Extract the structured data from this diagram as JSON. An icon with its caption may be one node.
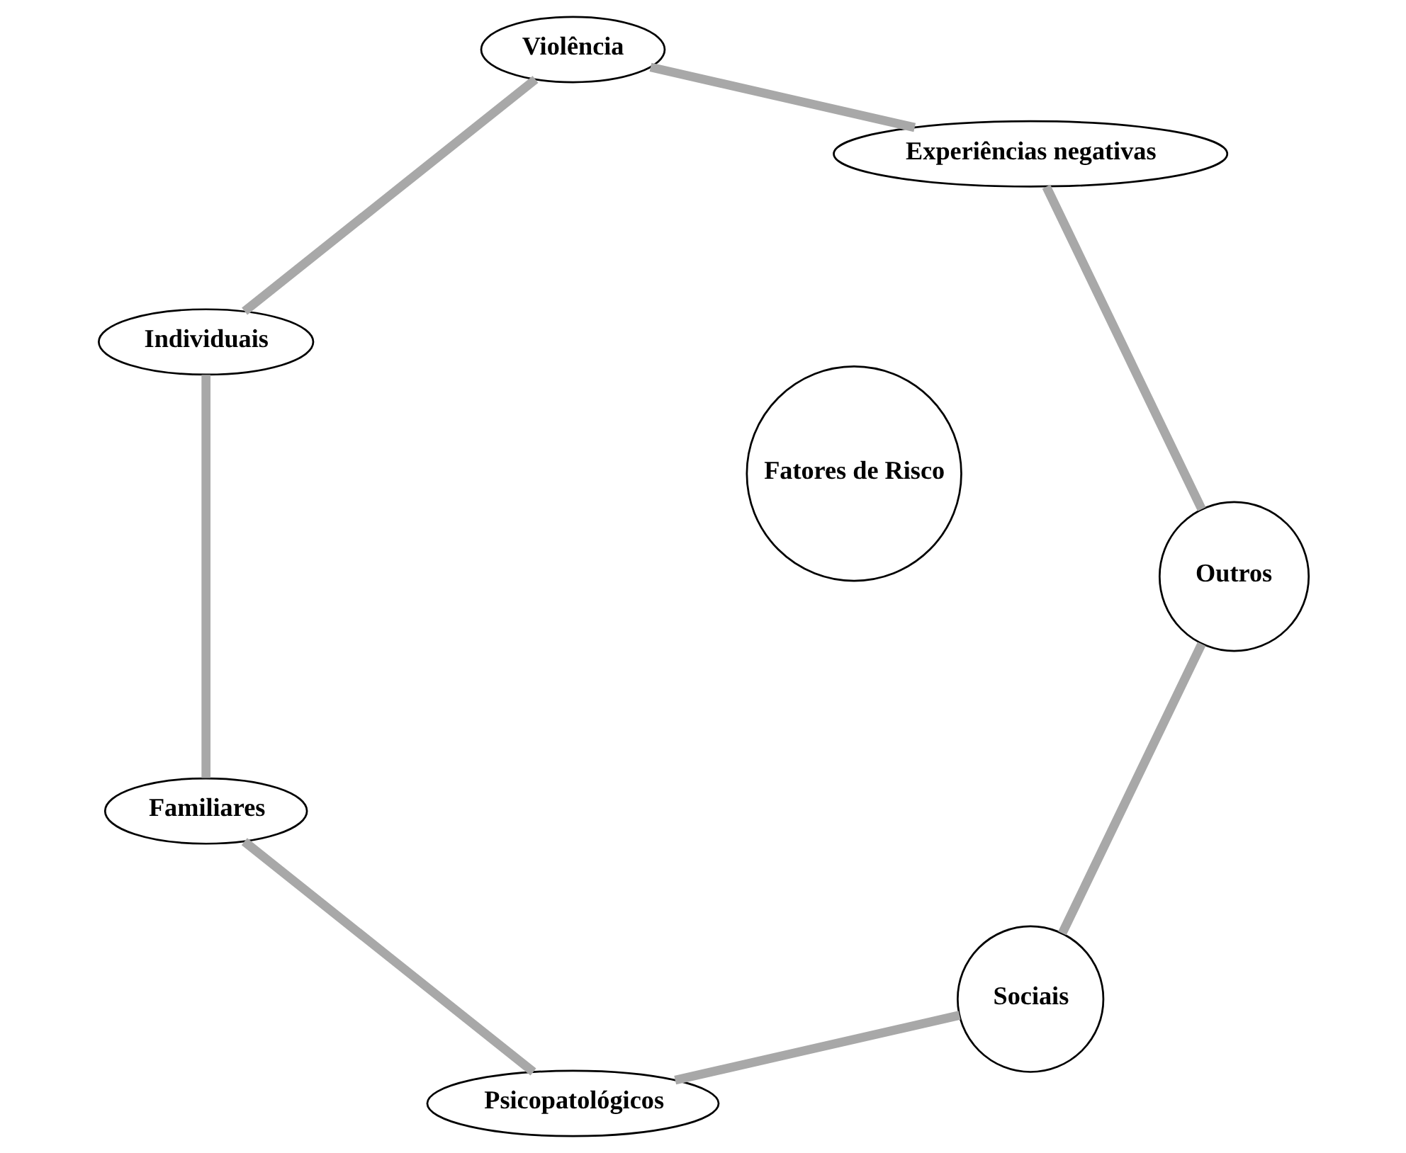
{
  "diagram": {
    "nodes": [
      {
        "text": [
          "Sociais"
        ]
      },
      {
        "text": [
          "Outros"
        ]
      },
      {
        "text": [
          "Psicopatológicos"
        ]
      },
      {
        "text": [
          "Fatores de Risco"
        ]
      },
      {
        "text": [
          "Experiências negativas"
        ]
      },
      {
        "text": [
          "Familiares"
        ]
      },
      {
        "text": [
          "Violência"
        ]
      },
      {
        "text": [
          "Individuais"
        ]
      }
    ],
    "edges": [
      {
        "from": 0,
        "to": 2,
        "arrow": "none"
      },
      {
        "from": 2,
        "to": 5,
        "arrow": "none"
      },
      {
        "from": 5,
        "to": 7,
        "arrow": "none"
      },
      {
        "from": 7,
        "to": 6,
        "arrow": "none"
      },
      {
        "from": 6,
        "to": 4,
        "arrow": "none"
      },
      {
        "from": 4,
        "to": 1,
        "arrow": "none"
      },
      {
        "from": 1,
        "to": 0,
        "arrow": "none"
      }
    ]
  }
}
